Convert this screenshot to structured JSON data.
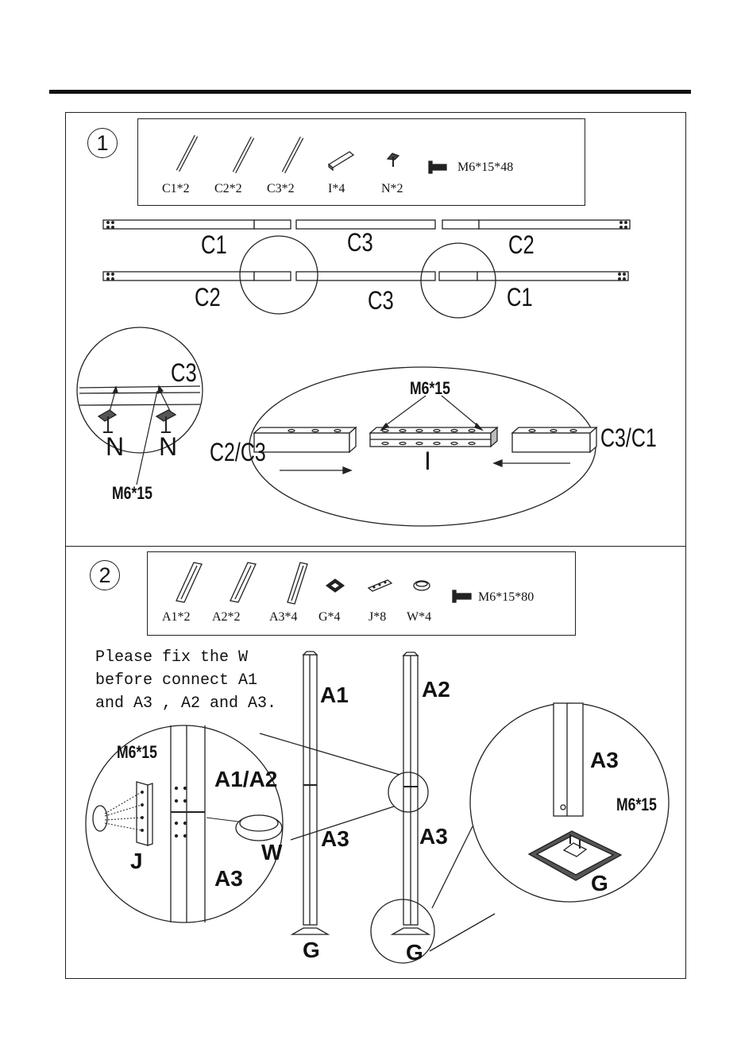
{
  "step1": {
    "number": "1",
    "parts": [
      {
        "icon": "rod-c1-icon",
        "label": "C1*2"
      },
      {
        "icon": "rod-c2-icon",
        "label": "C2*2"
      },
      {
        "icon": "rod-c3-icon",
        "label": "C3*2"
      },
      {
        "icon": "connector-i-icon",
        "label": "I*4"
      },
      {
        "icon": "bracket-n-icon",
        "label": "N*2"
      }
    ],
    "screw": {
      "icon": "screw-icon",
      "label": "M6*15*48"
    },
    "beam_top": [
      "C1",
      "C3",
      "C2"
    ],
    "beam_bottom": [
      "C2",
      "C3",
      "C1"
    ],
    "detail_left": {
      "rod": "C3",
      "bracket_a": "N",
      "bracket_b": "N",
      "screw": "M6*15"
    },
    "detail_right": {
      "screw": "M6*15",
      "left_end": "C2/C3",
      "connector": "I",
      "right_end": "C3/C1"
    }
  },
  "step2": {
    "number": "2",
    "parts": [
      {
        "icon": "post-a1-icon",
        "label": "A1*2"
      },
      {
        "icon": "post-a2-icon",
        "label": "A2*2"
      },
      {
        "icon": "post-a3-icon",
        "label": "A3*4"
      },
      {
        "icon": "base-g-icon",
        "label": "G*4"
      },
      {
        "icon": "plate-j-icon",
        "label": "J*8"
      },
      {
        "icon": "ring-w-icon",
        "label": "W*4"
      }
    ],
    "screw": {
      "icon": "screw-icon",
      "label": "M6*15*80"
    },
    "note": [
      "Please fix the W",
      "before connect A1",
      "and A3 , A2 and A3."
    ],
    "post_left": {
      "top": "A1",
      "bottom": "A3",
      "base": "G"
    },
    "post_right": {
      "top": "A2",
      "bottom": "A3",
      "base": "G"
    },
    "detail_left": {
      "screw": "M6*15",
      "upper": "A1/A2",
      "lower": "A3",
      "plate": "J",
      "ring": "W"
    },
    "detail_right": {
      "post": "A3",
      "screw": "M6*15",
      "base": "G"
    }
  }
}
